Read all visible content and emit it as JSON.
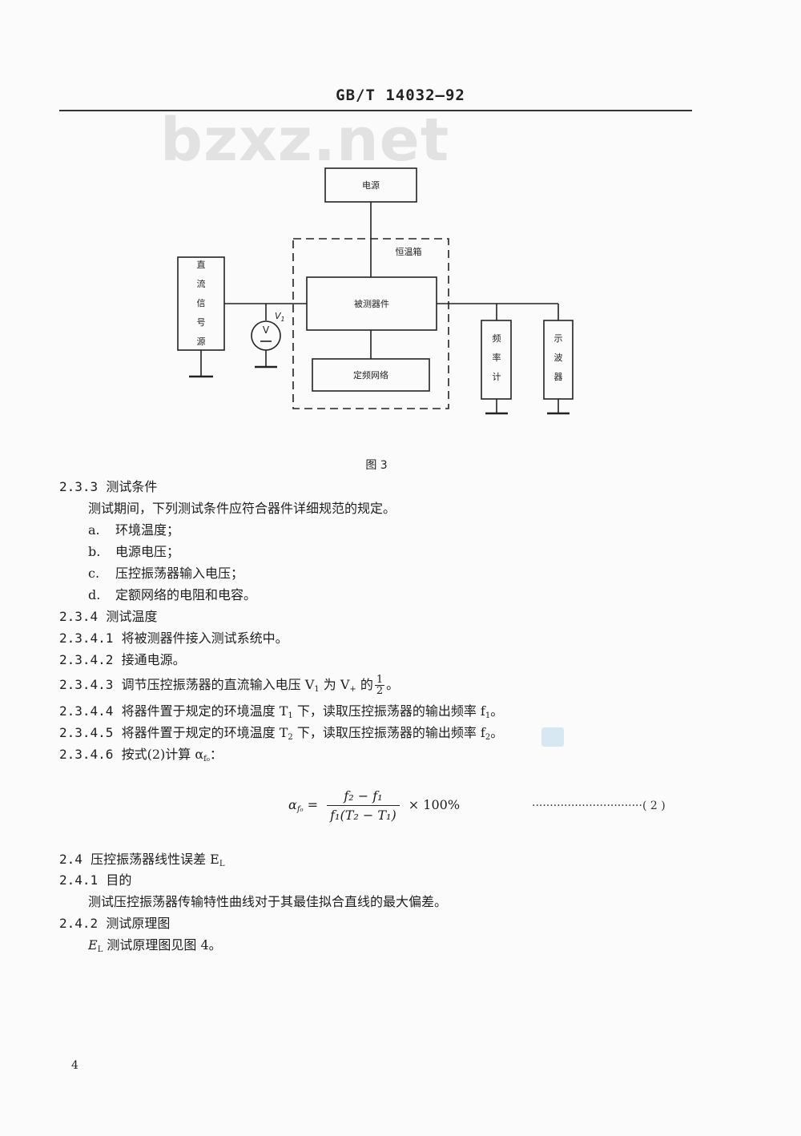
{
  "header": {
    "standard_no": "GB/T 14032—92"
  },
  "watermark": "bzxz.net",
  "figure3": {
    "power": "电源",
    "chamber": "恒温箱",
    "dut": "被测器件",
    "network": "定频网络",
    "dc_source": [
      "直",
      "流",
      "信",
      "号",
      "源"
    ],
    "voltmeter": "V",
    "v_label_base": "V",
    "v_label_sub": "1",
    "freq_meter": [
      "频",
      "率",
      "计"
    ],
    "scope": [
      "示",
      "波",
      "器"
    ],
    "caption": "图 3"
  },
  "body": {
    "s233_num": "2.3.3",
    "s233_title": "测试条件",
    "s233_text": "测试期间，下列测试条件应符合器件详细规范的规定。",
    "items": [
      {
        "mark": "a.",
        "text": "环境温度；"
      },
      {
        "mark": "b.",
        "text": "电源电压；"
      },
      {
        "mark": "c.",
        "text": "压控振荡器输入电压；"
      },
      {
        "mark": "d.",
        "text": "定额网络的电阻和电容。"
      }
    ],
    "s234_num": "2.3.4",
    "s234_title": "测试温度",
    "s2341_num": "2.3.4.1",
    "s2341_text": "将被测器件接入测试系统中。",
    "s2342_num": "2.3.4.2",
    "s2342_text": "接通电源。",
    "s2343_num": "2.3.4.3",
    "s2343_text_a": "调节压控振荡器的直流输入电压 V",
    "s2343_sub1": "1",
    "s2343_text_b": " 为 V",
    "s2343_sub2": "+",
    "s2343_text_c": " 的",
    "s2343_frac_n": "1",
    "s2343_frac_d": "2",
    "s2343_end": "。",
    "s2344_num": "2.3.4.4",
    "s2344_text_a": "将器件置于规定的环境温度 T",
    "s2344_sub1": "1",
    "s2344_text_b": " 下，读取压控振荡器的输出频率 f",
    "s2344_sub2": "1",
    "s2344_end": "。",
    "s2345_num": "2.3.4.5",
    "s2345_text_a": "将器件置于规定的环境温度 T",
    "s2345_sub1": "2",
    "s2345_text_b": " 下，读取压控振荡器的输出频率 f",
    "s2345_sub2": "2",
    "s2345_end": "。",
    "s2346_num": "2.3.4.6",
    "s2346_text": "按式(2)计算 α",
    "s2346_sub": "f₀",
    "s2346_end": "：",
    "formula": {
      "lhs": "α",
      "lhs_sub": "f₀",
      "eq": "=",
      "num": "f₂ − f₁",
      "den": "f₁(T₂ − T₁)",
      "times": "× 100%",
      "leader": "·······························",
      "eqno": "( 2 )"
    },
    "s24_num": "2.4",
    "s24_title_a": "压控振荡器线性误差 E",
    "s24_title_sub": "L",
    "s241_num": "2.4.1",
    "s241_title": "目的",
    "s241_text": "测试压控振荡器传输特性曲线对于其最佳拟合直线的最大偏差。",
    "s242_num": "2.4.2",
    "s242_title": "测试原理图",
    "s242_text_a": "E",
    "s242_text_sub": "L",
    "s242_text_b": " 测试原理图见图 4。"
  },
  "page_number": "4"
}
